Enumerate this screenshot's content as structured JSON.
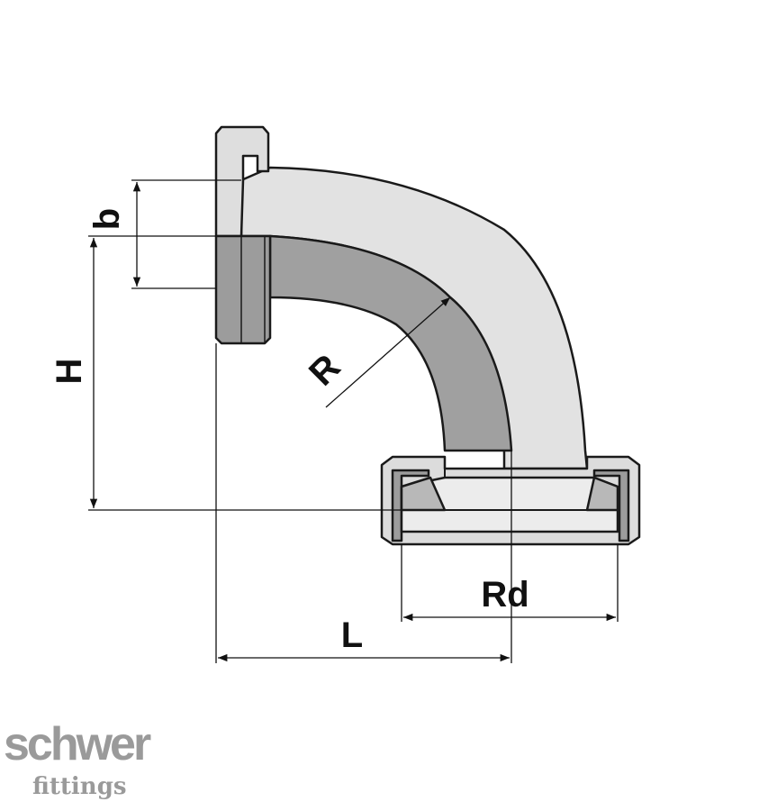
{
  "labels": {
    "b": "b",
    "H": "H",
    "R": "R",
    "Rd": "Rd",
    "L": "L"
  },
  "logo": {
    "name": "schwer",
    "subtitle": "fittings"
  },
  "colors": {
    "outline": "#1a1a1a",
    "body_fill": "#dcdcdc",
    "section_fill": "#9c9c9c",
    "light_fill": "#eeeeee",
    "logo": "#9a9a9a"
  }
}
